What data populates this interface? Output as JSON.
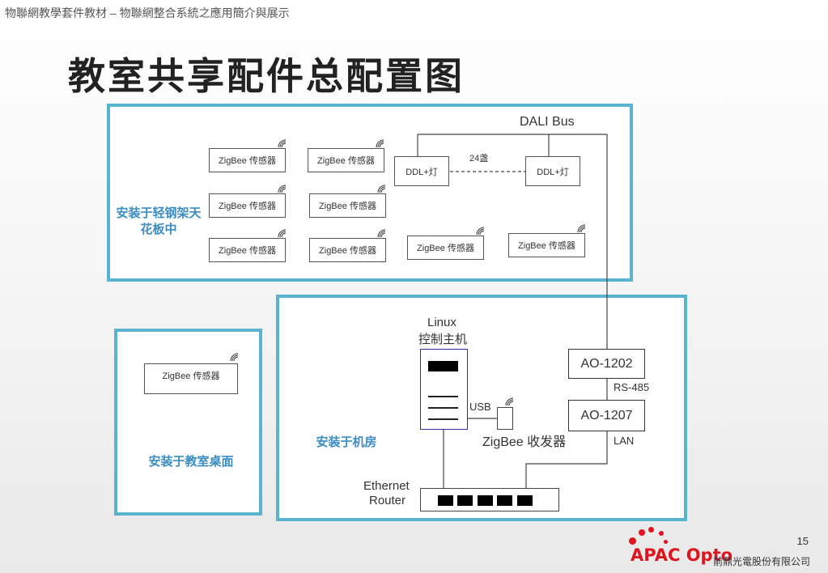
{
  "header": {
    "text": "物聯網教學套件教材 – 物聯網整合系統之應用簡介與展示"
  },
  "title": "教室共享配件总配置图",
  "zones": {
    "ceiling_label": "安装于轻钢架天\n花板中",
    "desk_label": "安装于教室桌面",
    "server_room_label": "安装于机房"
  },
  "sensors": {
    "label": "ZigBee 传感器"
  },
  "dali": {
    "bus_label": "DALI Bus",
    "lamp_label": "DDL+灯",
    "count_label": "24盏"
  },
  "server": {
    "title_line1": "Linux",
    "title_line2": "控制主机",
    "usb_label": "USB",
    "transceiver_label": "ZigBee 收发器"
  },
  "gateways": {
    "ao1202": "AO-1202",
    "ao1207": "AO-1207",
    "rs485": "RS-485",
    "lan": "LAN"
  },
  "router": {
    "line1": "Ethernet",
    "line2": "Router"
  },
  "footer": {
    "page_number": "15",
    "logo_text": "APAC Opto",
    "company": "前鼎光電股份有限公司"
  },
  "colors": {
    "zone_border": "#5ab3cf",
    "zone_label": "#3b8dc4",
    "logo_red": "#e0141e"
  }
}
